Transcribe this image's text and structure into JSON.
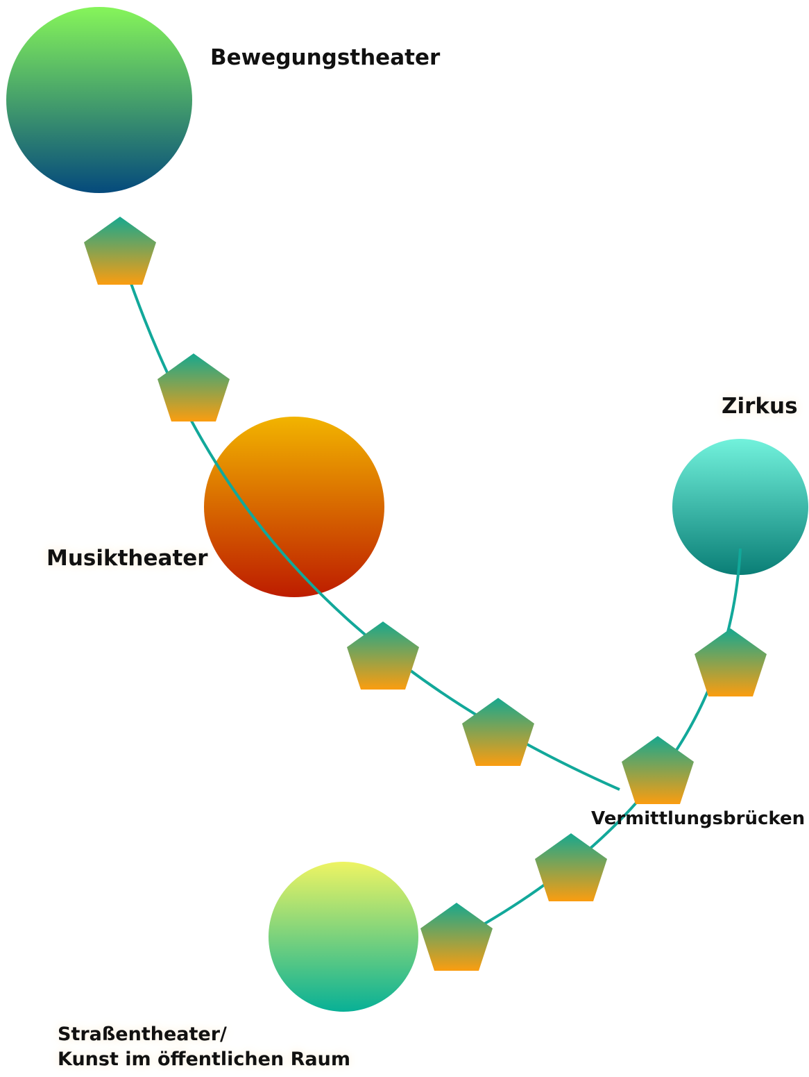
{
  "nodes": {
    "bewegungstheater": "Bewegungstheater",
    "zirkus": "Zirkus",
    "musiktheater": "Musiktheater",
    "strassentheater_line1": "Straßentheater/",
    "strassentheater_line2": "Kunst im öffentlichen Raum"
  },
  "bridge_label": "Vermittlungsbrücken",
  "colors": {
    "connector_line": "#12a89a",
    "bewegung_top": "#86f55a",
    "bewegung_bottom": "#054a7c",
    "musik_top": "#f2b400",
    "musik_bottom": "#bd1c00",
    "zirkus_top": "#72f2dc",
    "zirkus_bottom": "#0a7e76",
    "strasse_top": "#eef463",
    "strasse_bottom": "#08b096",
    "pentagon_top": "#16a88f",
    "pentagon_bottom": "#fb9d10"
  },
  "icons": {
    "bridge_marker": "pentagon"
  }
}
